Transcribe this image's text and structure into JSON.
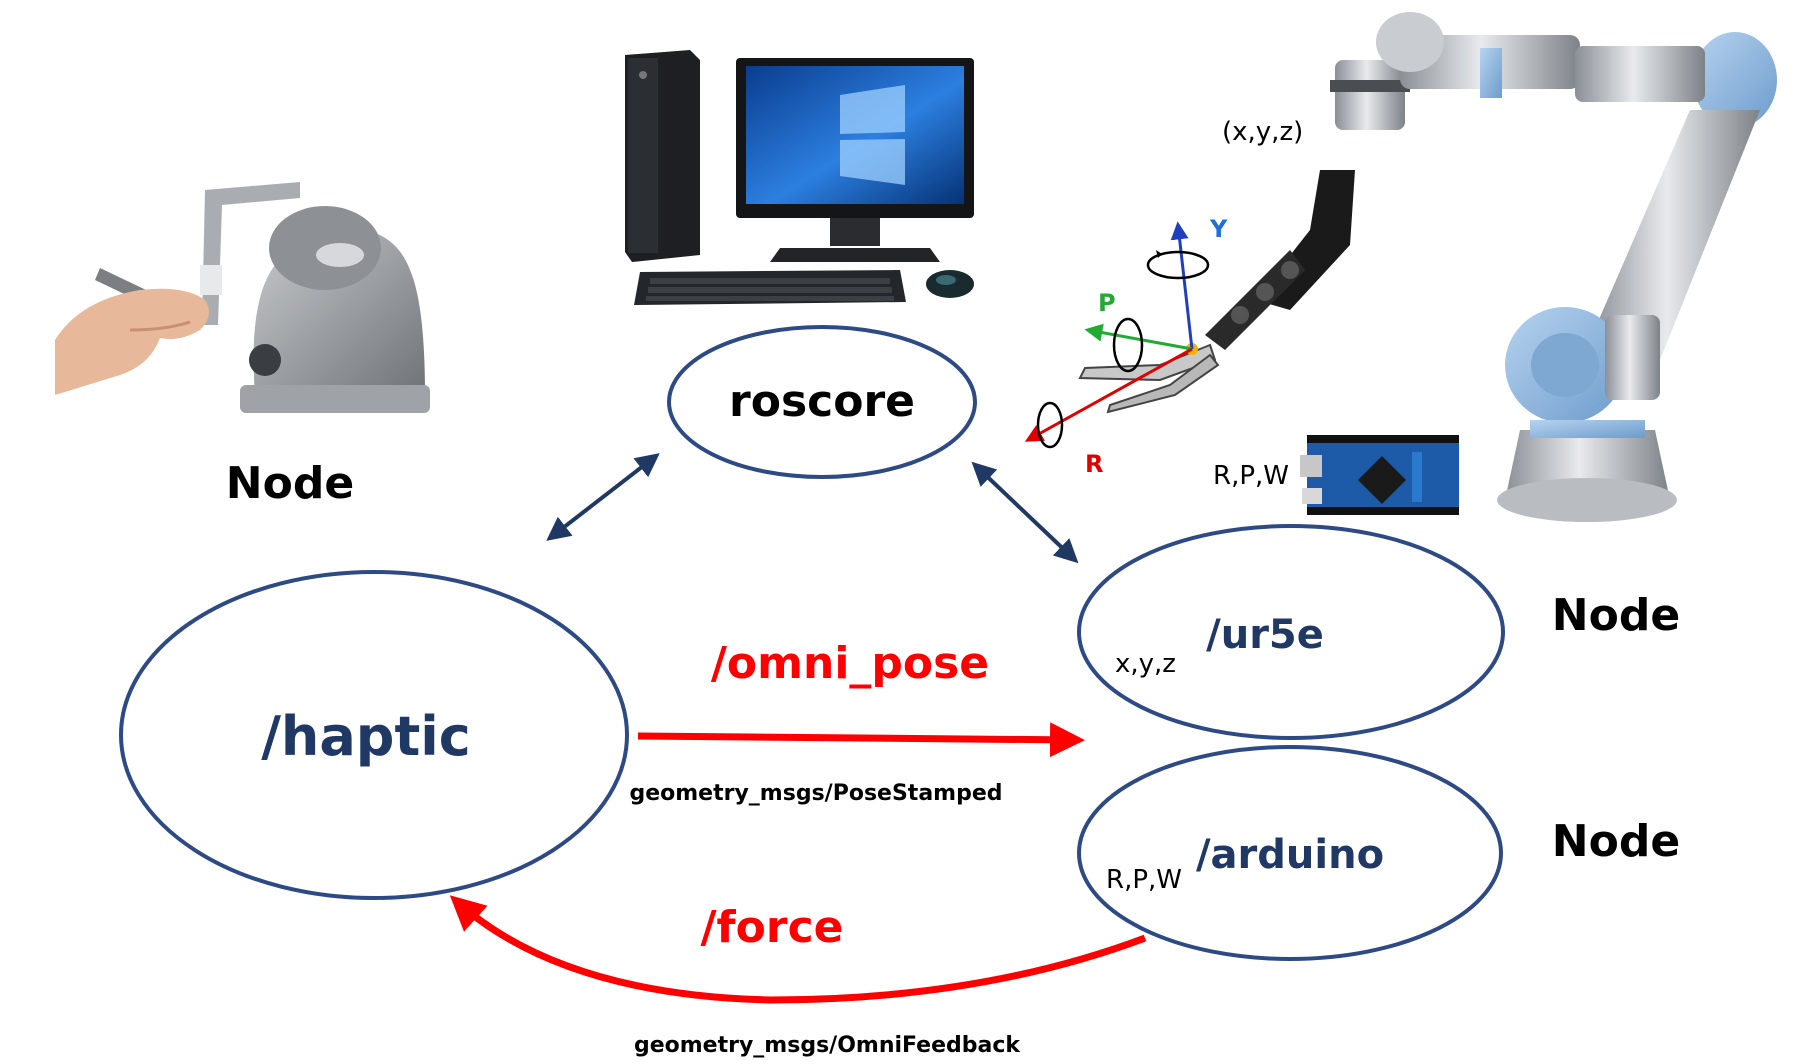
{
  "colors": {
    "ellipse_stroke": "#2e4a85",
    "node_name": "#1f3864",
    "topic": "#ff0000",
    "connector": "#1f3864",
    "axis_y": "#1f3fbf",
    "axis_p": "#22aa33",
    "axis_r": "#e00000",
    "label_y": "#1f6fd6",
    "label_p": "#22aa33",
    "label_r": "#e00000"
  },
  "labels": {
    "node_haptic": "Node",
    "node_ur5e": "Node",
    "node_arduino": "Node",
    "xyz_top": "(x,y,z)",
    "rpw_top": "R,P,W",
    "axis_y": "Y",
    "axis_p": "P",
    "axis_r": "R"
  },
  "nodes": {
    "roscore": {
      "name": "roscore"
    },
    "haptic": {
      "name": "/haptic"
    },
    "ur5e": {
      "name": "/ur5e",
      "sub": "x,y,z"
    },
    "arduino": {
      "name": "/arduino",
      "sub": "R,P,W"
    }
  },
  "topics": {
    "omni_pose": {
      "name": "/omni_pose",
      "msg": "geometry_msgs/PoseStamped"
    },
    "force": {
      "name": "/force",
      "msg": "geometry_msgs/OmniFeedback"
    }
  },
  "icons": {
    "haptic_device": "haptic-device-illustration",
    "desktop": "desktop-computer-illustration",
    "robot_arm": "robot-arm-illustration",
    "gripper": "surgical-gripper-illustration",
    "arduino_board": "arduino-board-illustration"
  }
}
